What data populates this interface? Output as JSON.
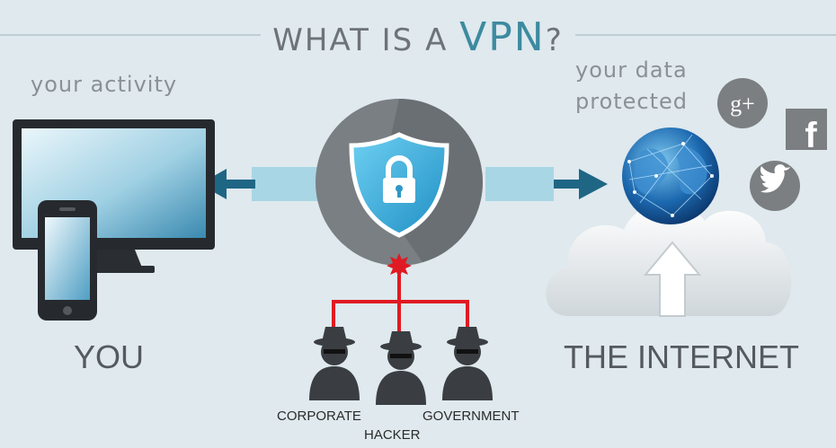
{
  "title": {
    "prefix": "WHAT IS A",
    "highlight": "VPN",
    "suffix": "?"
  },
  "left": {
    "caption": "your activity",
    "label": "YOU"
  },
  "right": {
    "caption_line1": "your data",
    "caption_line2": "protected",
    "label": "THE INTERNET"
  },
  "threats": {
    "corporate": "CORPORATE",
    "hacker": "HACKER",
    "government": "GOVERNMENT"
  },
  "social": {
    "google_plus": "g+",
    "facebook": "f"
  },
  "colors": {
    "background": "#dfe9ee",
    "accent": "#3d8aa0",
    "threat_red": "#e01a22",
    "arrow_dark": "#1f6685",
    "tunnel": "#a9d6e4"
  }
}
